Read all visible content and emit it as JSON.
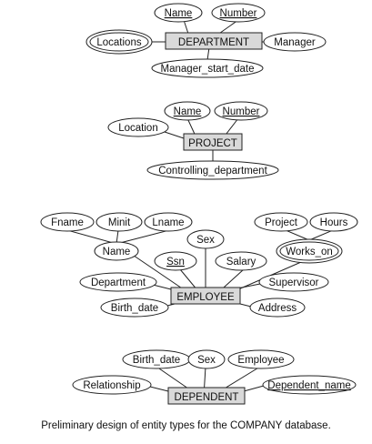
{
  "caption": "Preliminary design of entity types for the COMPANY database.",
  "entities": {
    "department": "DEPARTMENT",
    "project": "PROJECT",
    "employee": "EMPLOYEE",
    "dependent": "DEPENDENT"
  },
  "attributes": {
    "department": {
      "name": "Name",
      "number": "Number",
      "locations": "Locations",
      "manager": "Manager",
      "manager_start_date": "Manager_start_date"
    },
    "project": {
      "name": "Name",
      "number": "Number",
      "location": "Location",
      "controlling_department": "Controlling_department"
    },
    "employee": {
      "fname": "Fname",
      "minit": "Minit",
      "lname": "Lname",
      "name": "Name",
      "sex": "Sex",
      "project": "Project",
      "hours": "Hours",
      "works_on": "Works_on",
      "ssn": "Ssn",
      "salary": "Salary",
      "department": "Department",
      "supervisor": "Supervisor",
      "birth_date": "Birth_date",
      "address": "Address"
    },
    "dependent": {
      "birth_date": "Birth_date",
      "sex": "Sex",
      "employee": "Employee",
      "relationship": "Relationship",
      "dependent_name": "Dependent_name"
    }
  },
  "colors": {
    "entity_fill": "#d9d9d9",
    "stroke": "#222222",
    "background": "#ffffff"
  }
}
